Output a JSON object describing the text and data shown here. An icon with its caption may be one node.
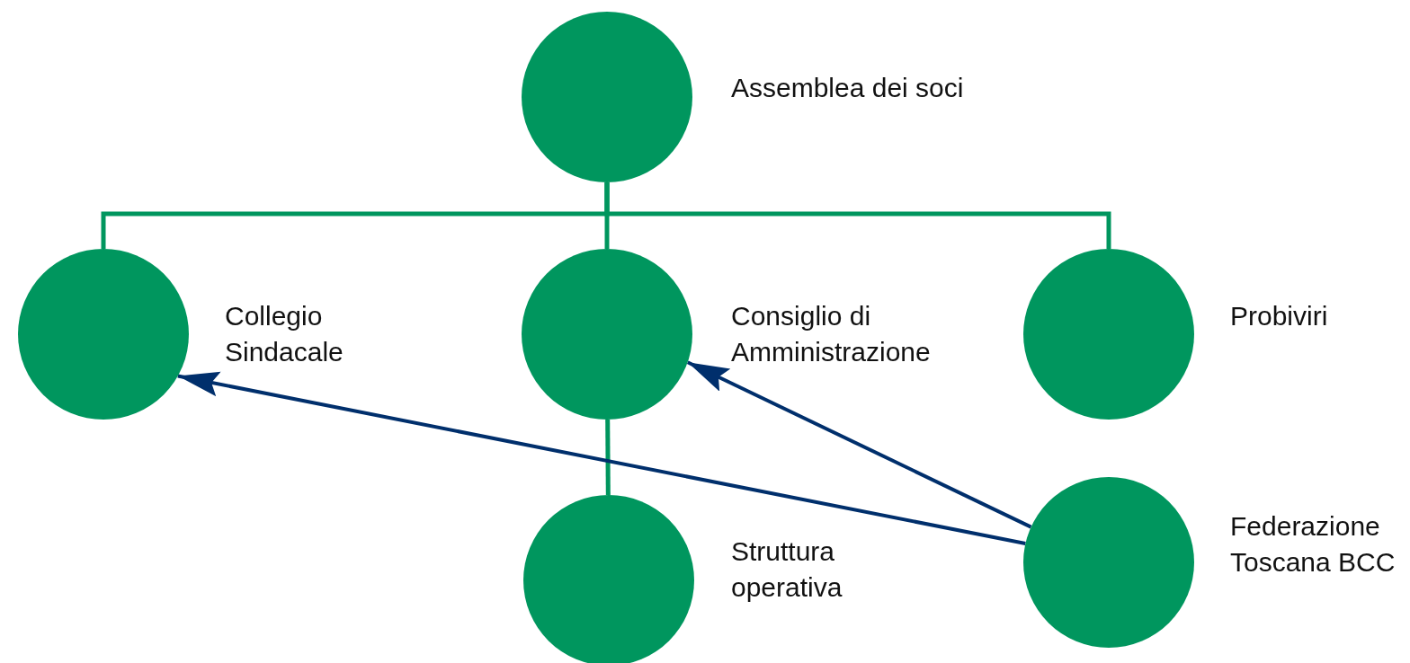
{
  "diagram": {
    "nodes": [
      {
        "text": [
          "Assemblea dei soci"
        ]
      },
      {
        "text": [
          "Collegio Sindacale"
        ]
      },
      {
        "text": [
          "Consiglio di Amministrazione"
        ]
      },
      {
        "text": [
          "Probiviri"
        ]
      },
      {
        "text": [
          "Struttura operativa"
        ]
      },
      {
        "text": [
          "Federazione Toscana BCC"
        ]
      }
    ],
    "edges": [
      {
        "from": 0,
        "to": 1,
        "arrow": "none"
      },
      {
        "from": 0,
        "to": 2,
        "arrow": "none"
      },
      {
        "from": 0,
        "to": 3,
        "arrow": "none"
      },
      {
        "from": 2,
        "to": 4,
        "arrow": "none"
      },
      {
        "from": 5,
        "to": 1,
        "arrow": "to",
        "color": "#002f6c"
      },
      {
        "from": 5,
        "to": 2,
        "arrow": "to",
        "color": "#002f6c"
      }
    ]
  }
}
